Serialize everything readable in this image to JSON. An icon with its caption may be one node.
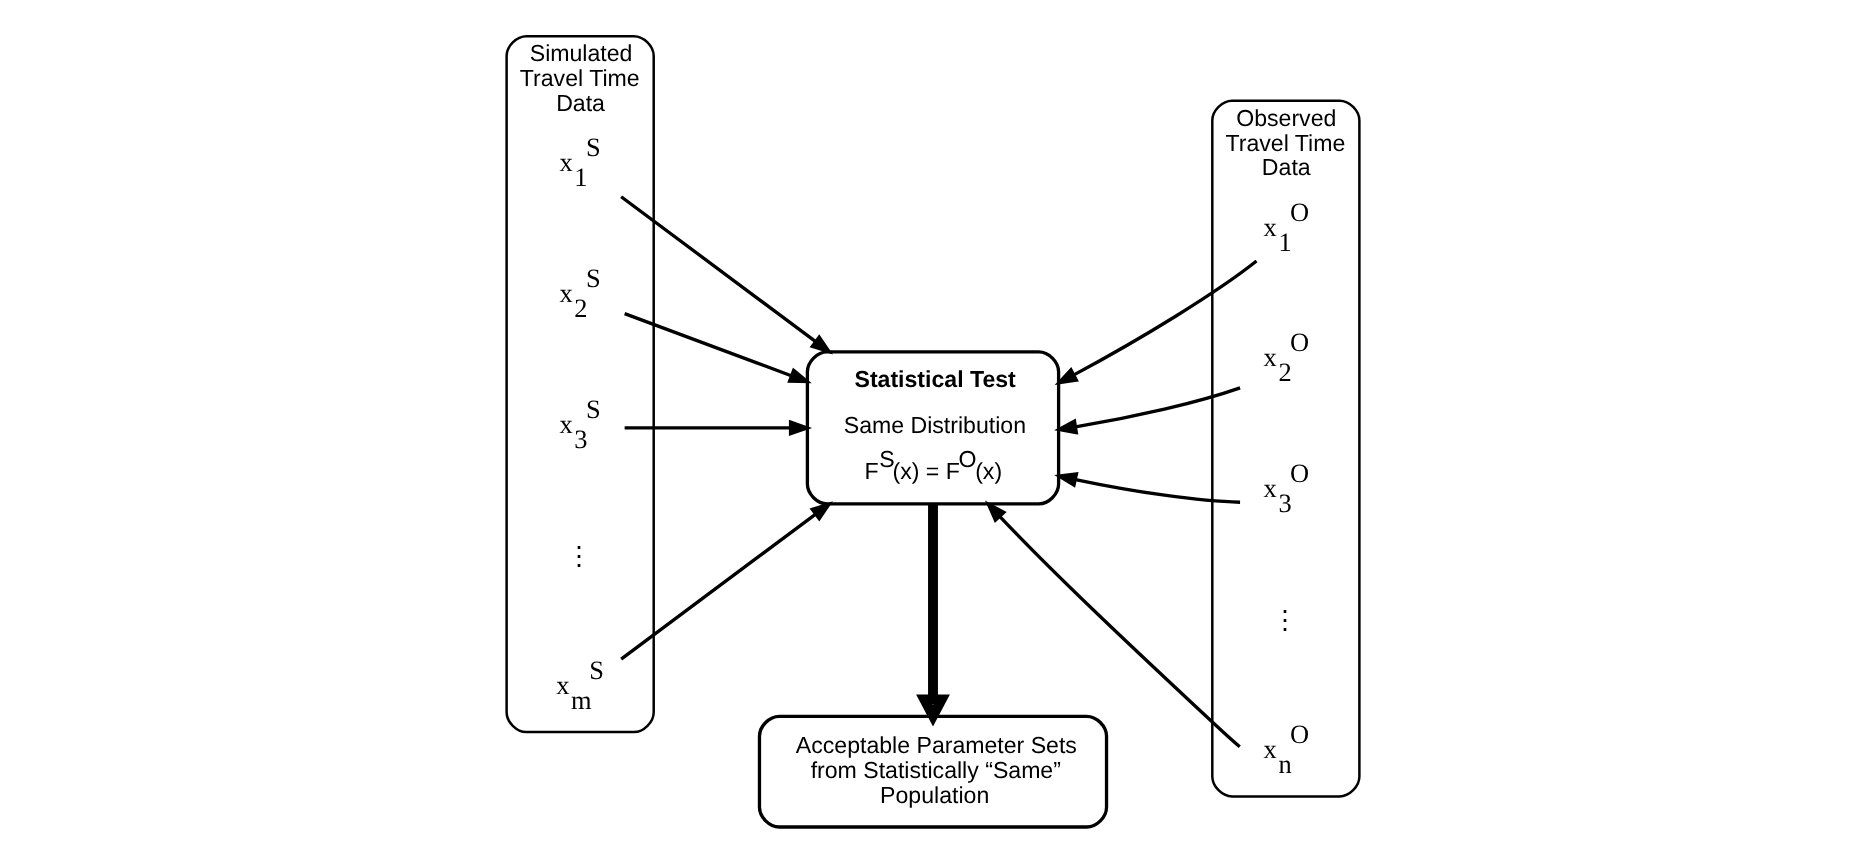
{
  "diagram": {
    "nodes": [
      {
        "text": [
          "Simulated Travel Time Data"
        ]
      },
      {
        "text": [
          "x$_{1}$$^{S}$"
        ],
        "in": 0
      },
      {
        "text": [
          "x$_{2}$$^{S}$"
        ],
        "in": 0
      },
      {
        "text": [
          "x$_{3}$$^{S}$"
        ],
        "in": 0
      },
      {
        "text": [
          "x$_{m}$$^{S}$"
        ],
        "in": 0
      },
      {
        "text": [
          "Statistical Test",
          "Same Distribution",
          "F$^{S}$(x) = F$^{O}$(x)"
        ]
      },
      {
        "text": [
          "Observed Travel Time Data"
        ]
      },
      {
        "text": [
          "x$_{1}$$^{O}$"
        ],
        "in": 6
      },
      {
        "text": [
          "x$_{2}$$^{O}$"
        ],
        "in": 6
      },
      {
        "text": [
          "x$_{3}$$^{O}$"
        ],
        "in": 6
      },
      {
        "text": [
          "x$_{n}$$^{O}$"
        ],
        "in": 6
      },
      {
        "text": [
          "Acceptable Parameter Sets from Statistically “Same” Population"
        ]
      }
    ],
    "edges": [
      {
        "from": 1,
        "to": 5,
        "arrow": "to"
      },
      {
        "from": 2,
        "to": 5,
        "arrow": "to"
      },
      {
        "from": 3,
        "to": 5,
        "arrow": "to"
      },
      {
        "from": 4,
        "to": 5,
        "arrow": "to"
      },
      {
        "from": 7,
        "to": 5,
        "arrow": "to"
      },
      {
        "from": 8,
        "to": 5,
        "arrow": "to"
      },
      {
        "from": 9,
        "to": 5,
        "arrow": "to"
      },
      {
        "from": 10,
        "to": 5,
        "arrow": "to"
      },
      {
        "from": 5,
        "to": 11,
        "arrow": "to",
        "style": "thick"
      }
    ],
    "labels": [
      "⋮",
      "⋮"
    ]
  }
}
